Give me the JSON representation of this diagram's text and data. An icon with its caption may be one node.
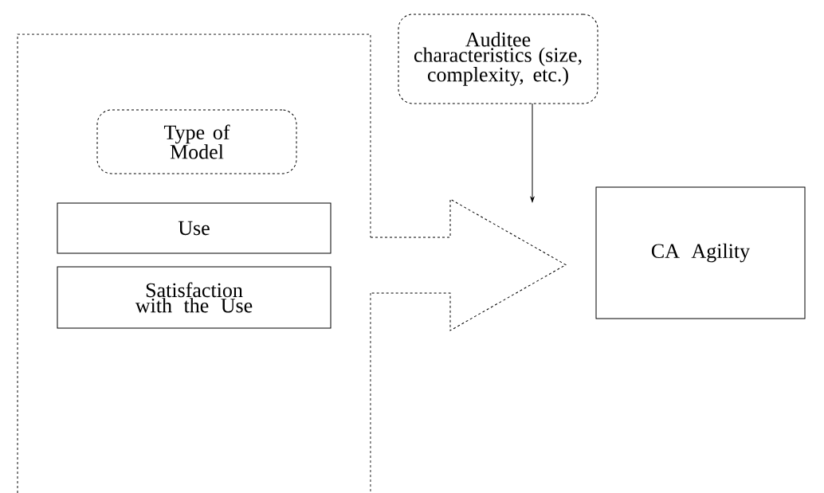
{
  "diagram": {
    "nodes": [
      {
        "text": [],
        "shape": "box"
      },
      {
        "text": [
          "Type of Model"
        ],
        "in": 0
      },
      {
        "text": [
          "Use"
        ],
        "in": 0
      },
      {
        "text": [
          "Satisfaction with the Use"
        ],
        "in": 0
      },
      {
        "text": [
          "Auditee characteristics (size, complexity, etc.)"
        ]
      },
      {
        "text": [],
        "shape": "arrow"
      },
      {
        "text": [
          "CA Agility"
        ]
      }
    ],
    "edges": [
      {
        "from": 4,
        "to": 5,
        "arrow": "to"
      }
    ]
  }
}
